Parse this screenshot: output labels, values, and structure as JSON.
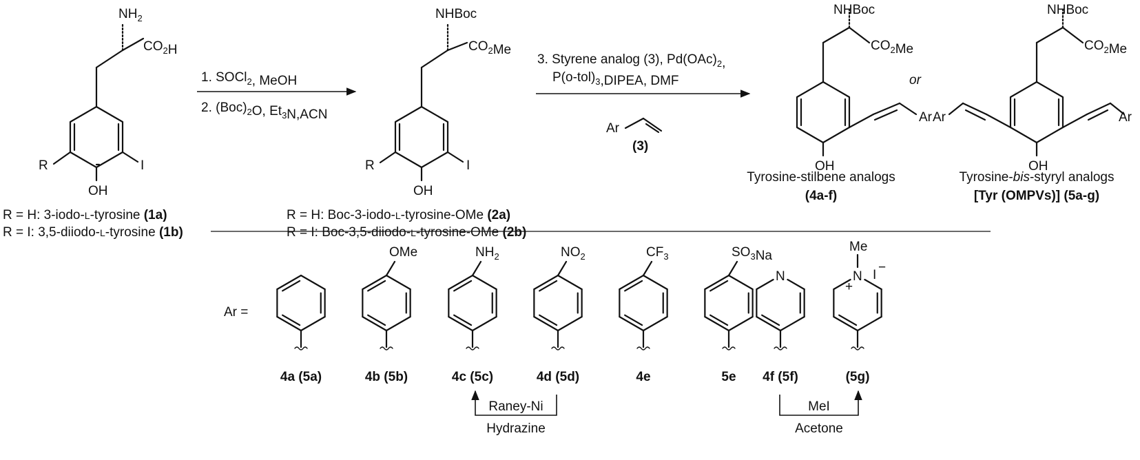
{
  "structures": {
    "tyr": {
      "amine": "NH2",
      "acid": "CO2H",
      "r": "R",
      "iodo": "I",
      "hydroxyl": "OH",
      "captions": [
        [
          "R = H: 3-iodo-",
          "L",
          "-tyrosine ",
          "(1a)"
        ],
        [
          "R = I:  3,5-diiodo-",
          "L",
          "-tyrosine ",
          "(1b)"
        ]
      ]
    },
    "boc": {
      "amine": "NHBoc",
      "ester": "CO2Me",
      "r": "R",
      "iodo": "I",
      "hydroxyl": "OH",
      "captions": [
        [
          "R = H: Boc-3-iodo-",
          "L",
          "-tyrosine-OMe ",
          "(2a)"
        ],
        [
          "R = I:  Boc-3,5-diiodo-",
          "L",
          "-tyrosine-OMe ",
          "(2b)"
        ]
      ]
    },
    "stilbene": {
      "amine": "NHBoc",
      "ester": "CO2Me",
      "aryl": "Ar",
      "hydroxyl": "OH",
      "caption": "Tyrosine-stilbene analogs",
      "code": "(4a-f)"
    },
    "or_text": "or",
    "bis": {
      "amine": "NHBoc",
      "ester": "CO2Me",
      "aryl_left": "Ar",
      "aryl_right": "Ar",
      "hydroxyl": "OH",
      "caption": [
        "Tyrosine-",
        "bis",
        "-styryl analogs"
      ],
      "code": "[Tyr (OMPVs)] (5a-g)"
    }
  },
  "arrows": {
    "step1": "1. SOCl2, MeOH",
    "step2": "2. (Boc)2O, Et3N,ACN",
    "step3_line1": "3. Styrene analog (3), Pd(OAc)2,",
    "step3_line2": "P(o-tol)3,DIPEA, DMF",
    "styrene_aryl": "Ar",
    "styrene_code": "(3)"
  },
  "ar_equals": "Ar =",
  "substituents": [
    {
      "top": "",
      "label": "4a (5a)"
    },
    {
      "top": "OMe",
      "label": "4b (5b)"
    },
    {
      "top": "NH2",
      "label": "4c (5c)"
    },
    {
      "top": "NO2",
      "label": "4d (5d)"
    },
    {
      "top": "CF3",
      "label": "4e"
    },
    {
      "top": "SO3Na",
      "label": "5e"
    },
    {
      "top": "N",
      "label": "4f (5f)"
    },
    {
      "top": "Me",
      "label": "(5g)"
    }
  ],
  "pyridinium": {
    "nitrogen": "N",
    "charge": "+",
    "counterion": "I",
    "counter_charge": "−"
  },
  "conversions": {
    "reduction_top": "Raney-Ni",
    "reduction_bottom": "Hydrazine",
    "methylation_top": "MeI",
    "methylation_bottom": "Acetone"
  }
}
